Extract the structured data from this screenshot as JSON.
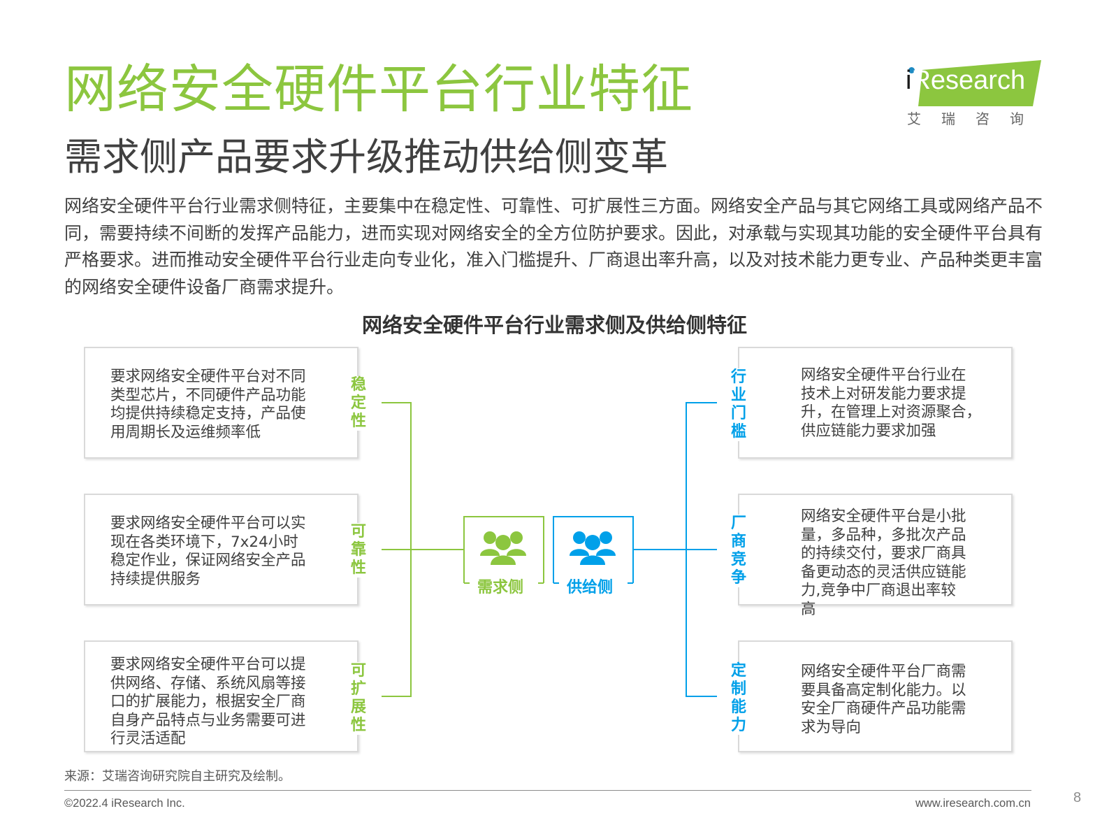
{
  "page": {
    "title": "网络安全硬件平台行业特征",
    "subtitle": "需求侧产品要求升级推动供给侧变革",
    "intro": "网络安全硬件平台行业需求侧特征，主要集中在稳定性、可靠性、可扩展性三方面。网络安全产品与其它网络工具或网络产品不同，需要持续不间断的发挥产品能力，进而实现对网络安全的全方位防护要求。因此，对承载与实现其功能的安全硬件平台具有严格要求。进而推动安全硬件平台行业走向专业化，准入门槛提升、厂商退出率升高，以及对技术能力更专业、产品种类更丰富的网络安全硬件设备厂商需求提升。"
  },
  "logo": {
    "name": "iResearch",
    "name_i": "i",
    "name_rest": "Research",
    "subtitle": "艾瑞咨询"
  },
  "diagram": {
    "title": "网络安全硬件平台行业需求侧及供给侧特征",
    "demand_label": "需求侧",
    "supply_label": "供给侧",
    "demand_icon": "people-group-icon",
    "supply_icon": "people-group-icon",
    "colors": {
      "demand": "#8CC63F",
      "supply": "#00A0E9"
    },
    "demand_items": [
      {
        "label": [
          "稳",
          "定",
          "性"
        ],
        "text": [
          "要求网络安全硬件平台对不同",
          "类型芯片，不同硬件产品功能",
          "均提供持续稳定支持，产品使",
          "用周期长及运维频率低"
        ]
      },
      {
        "label": [
          "可",
          "靠",
          "性"
        ],
        "text": [
          "要求网络安全硬件平台可以实",
          "现在各类环境下，7x24小时",
          "稳定作业，保证网络安全产品",
          "持续提供服务"
        ]
      },
      {
        "label": [
          "可",
          "扩",
          "展",
          "性"
        ],
        "text": [
          "要求网络安全硬件平台可以提",
          "供网络、存储、系统风扇等接",
          "口的扩展能力，根据安全厂商",
          "自身产品特点与业务需要可进",
          "行灵活适配"
        ]
      }
    ],
    "supply_items": [
      {
        "label": [
          "行",
          "业",
          "门",
          "槛"
        ],
        "text": [
          "网络安全硬件平台行业在",
          "技术上对研发能力要求提",
          "升，在管理上对资源聚合，",
          "供应链能力要求加强"
        ]
      },
      {
        "label": [
          "厂",
          "商",
          "竞",
          "争"
        ],
        "text": [
          "网络安全硬件平台是小批",
          "量，多品种，多批次产品",
          "的持续交付，要求厂商具",
          "备更动态的灵活供应链能",
          "力,竞争中厂商退出率较",
          "高"
        ]
      },
      {
        "label": [
          "定",
          "制",
          "能",
          "力"
        ],
        "text": [
          "网络安全硬件平台厂商需",
          "要具备高定制化能力。以",
          "安全厂商硬件产品功能需",
          "求为导向"
        ]
      }
    ]
  },
  "footer": {
    "source": "来源：艾瑞咨询研究院自主研究及绘制。",
    "copyright": "©2022.4 iResearch Inc.",
    "website": "www.iresearch.com.cn",
    "page_number": "8"
  }
}
